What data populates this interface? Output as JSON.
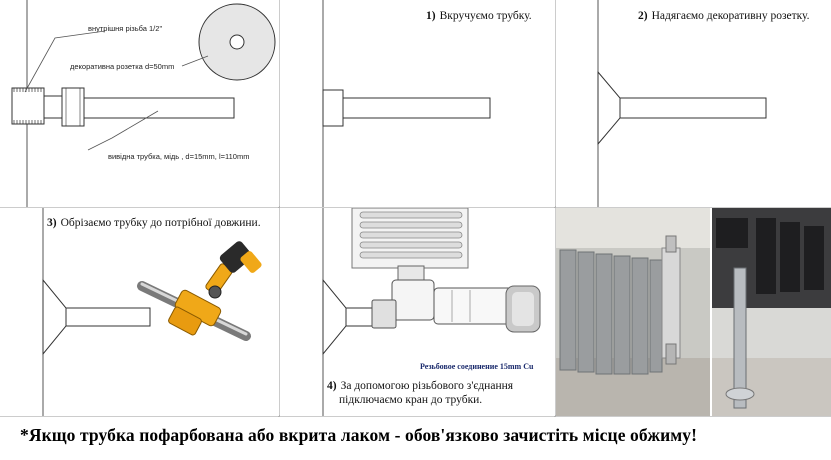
{
  "panel1": {
    "label_thread": "внутрішня різьба  1/2\"",
    "label_rosette": "декоративна   розетка d=50mm",
    "label_pipe": "вивідна трубка, мідь , d=15mm, l=110mm"
  },
  "panel2": {
    "step": "1)",
    "caption": "Вкручуємо трубку."
  },
  "panel3": {
    "step": "2)",
    "caption": "Надягаємо декоративну розетку."
  },
  "panel4": {
    "step": "3)",
    "caption": "Обрізаємо трубку до потрібної довжини."
  },
  "panel5": {
    "connector_label": "Резьбовое соединение 15mm Cu",
    "step": "4)",
    "caption_line1": "За допомогою різьбового з'єднання",
    "caption_line2": "підключаємо кран до трубки."
  },
  "footer": {
    "note": "*Якщо трубка пофарбована або вкрита лаком - обов'язково зачистіть місце обжиму!"
  }
}
